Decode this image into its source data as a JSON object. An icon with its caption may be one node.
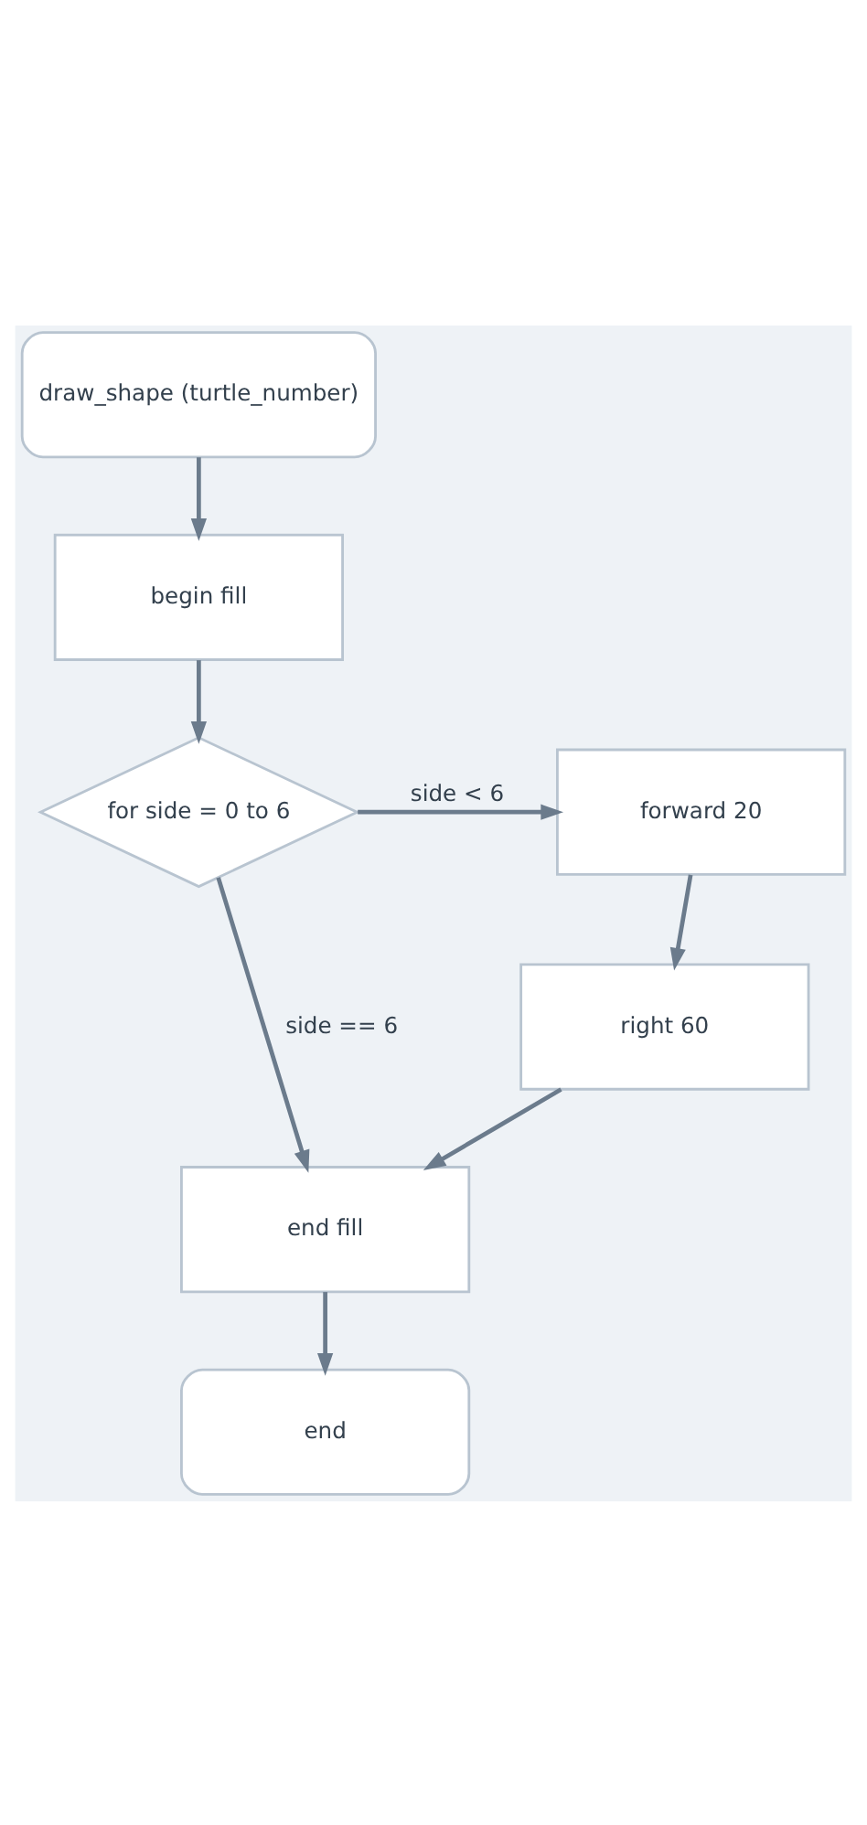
{
  "diagram": {
    "nodes": [
      {
        "text": [
          "draw_shape (turtle_number)"
        ]
      },
      {
        "text": [
          "begin fill"
        ]
      },
      {
        "text": [
          "for side = 0 to 6"
        ]
      },
      {
        "text": [
          "forward 20"
        ]
      },
      {
        "text": [
          "right 60"
        ]
      },
      {
        "text": [
          "end fill"
        ]
      },
      {
        "text": [
          "end"
        ]
      }
    ],
    "edges": [
      {
        "from": 0,
        "to": 1,
        "arrow": "to"
      },
      {
        "from": 1,
        "to": 2,
        "arrow": "to"
      },
      {
        "from": 2,
        "to": 3,
        "arrow": "to",
        "label": "side < 6"
      },
      {
        "from": 3,
        "to": 4,
        "arrow": "to"
      },
      {
        "from": 4,
        "to": 5,
        "arrow": "to"
      },
      {
        "from": 2,
        "to": 5,
        "arrow": "to",
        "label": "side == 6"
      },
      {
        "from": 5,
        "to": 6,
        "arrow": "to"
      }
    ]
  }
}
